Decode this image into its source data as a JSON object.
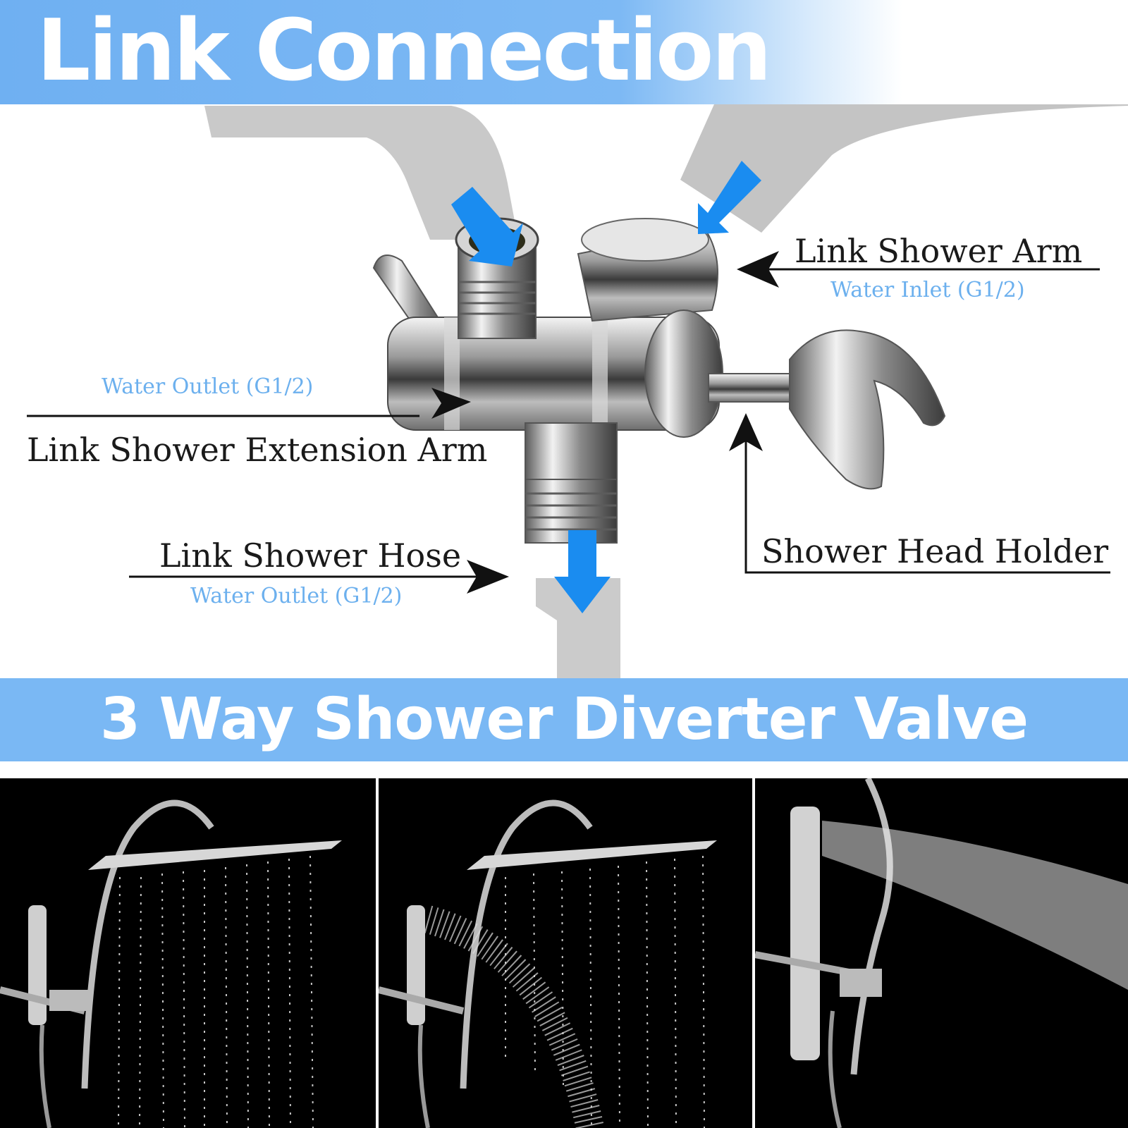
{
  "header": {
    "title": "Link Connection"
  },
  "labels": {
    "shower_arm": {
      "main": "Link Shower Arm",
      "sub": "Water Inlet (G1/2)"
    },
    "extension_arm": {
      "main": "Link Shower Extension Arm",
      "sub": "Water Outlet (G1/2)"
    },
    "hose": {
      "main": "Link Shower Hose",
      "sub": "Water Outlet (G1/2)"
    },
    "holder": {
      "main": "Shower Head Holder"
    }
  },
  "banner": {
    "title": "3 Way Shower Diverter Valve"
  },
  "colors": {
    "accent_blue": "#7ab8f4",
    "arrow_blue": "#1a8cf0",
    "sub_text": "#6cb0ee",
    "ghost_gray": "#c8c8c8"
  },
  "modes": [
    {
      "icon": "rain-shower-icon"
    },
    {
      "icon": "rain-and-handheld-shower-icon"
    },
    {
      "icon": "handheld-shower-icon"
    }
  ]
}
